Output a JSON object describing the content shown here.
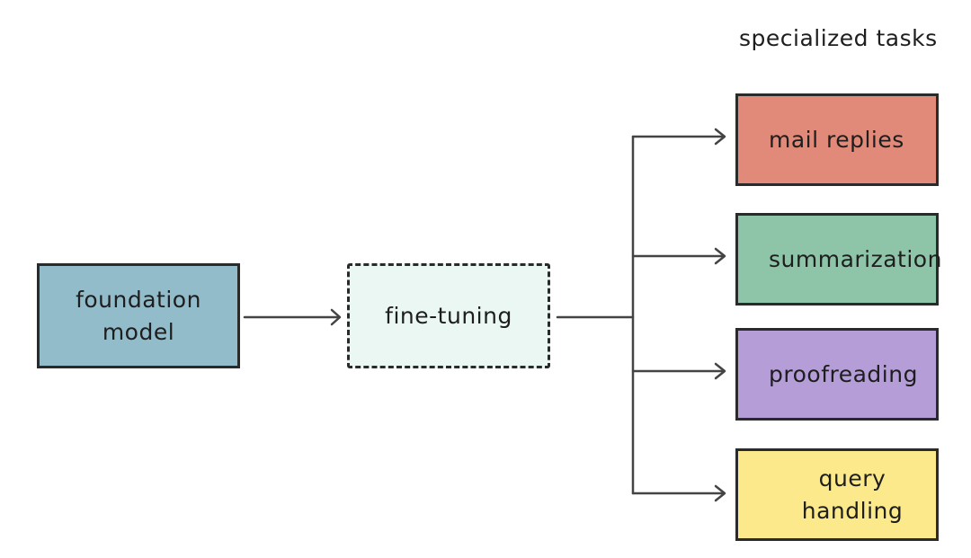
{
  "heading": "specialized tasks",
  "foundation": {
    "label": "foundation\nmodel",
    "color": "#93bccb"
  },
  "finetune": {
    "label": "fine-tuning",
    "color": "#eaf7f3"
  },
  "tasks": [
    {
      "label": "mail replies",
      "color": "#e18a79"
    },
    {
      "label": "summarization",
      "color": "#8ec5a9"
    },
    {
      "label": "proofreading",
      "color": "#b59ed8"
    },
    {
      "label": "query handling",
      "color": "#fbe98b"
    }
  ],
  "line_color": "#444444"
}
